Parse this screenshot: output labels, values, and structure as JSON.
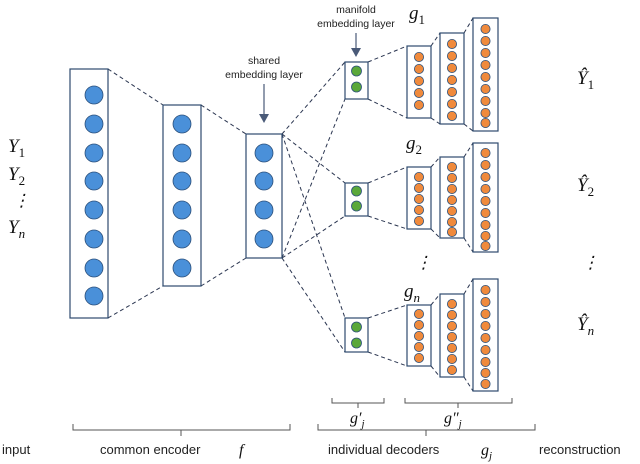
{
  "inputs": {
    "y1": "Y",
    "y1_sub": "1",
    "y2": "Y",
    "y2_sub": "2",
    "dots": "⋮",
    "yn": "Y",
    "yn_sub": "n"
  },
  "annotations": {
    "shared": [
      "shared",
      "embedding layer"
    ],
    "manifold": [
      "manifold",
      "embedding layer"
    ]
  },
  "decoder_labels": {
    "g1": "g",
    "g1_sub": "1",
    "g2": "g",
    "g2_sub": "2",
    "dots": "⋮",
    "gn": "g",
    "gn_sub": "n"
  },
  "outputs": {
    "y1": "Ŷ",
    "y1_sub": "1",
    "y2": "Ŷ",
    "y2_sub": "2",
    "dots": "⋮",
    "yn": "Ŷ",
    "yn_sub": "n"
  },
  "brace_labels": {
    "gj_prime": "g′",
    "gj_prime_sub": "j",
    "gj_dprime": "g″",
    "gj_dprime_sub": "j"
  },
  "bottom": {
    "input": "input",
    "encoder": "common encoder",
    "encoder_sym": "f",
    "decoders": "individual decoders",
    "decoders_sym": "g",
    "decoders_sub": "j",
    "reconstruction": "reconstruction"
  },
  "colors": {
    "encoder_node": "#4a90d9",
    "bottleneck_node": "#5aa83a",
    "decoder_node": "#f08a3c"
  }
}
